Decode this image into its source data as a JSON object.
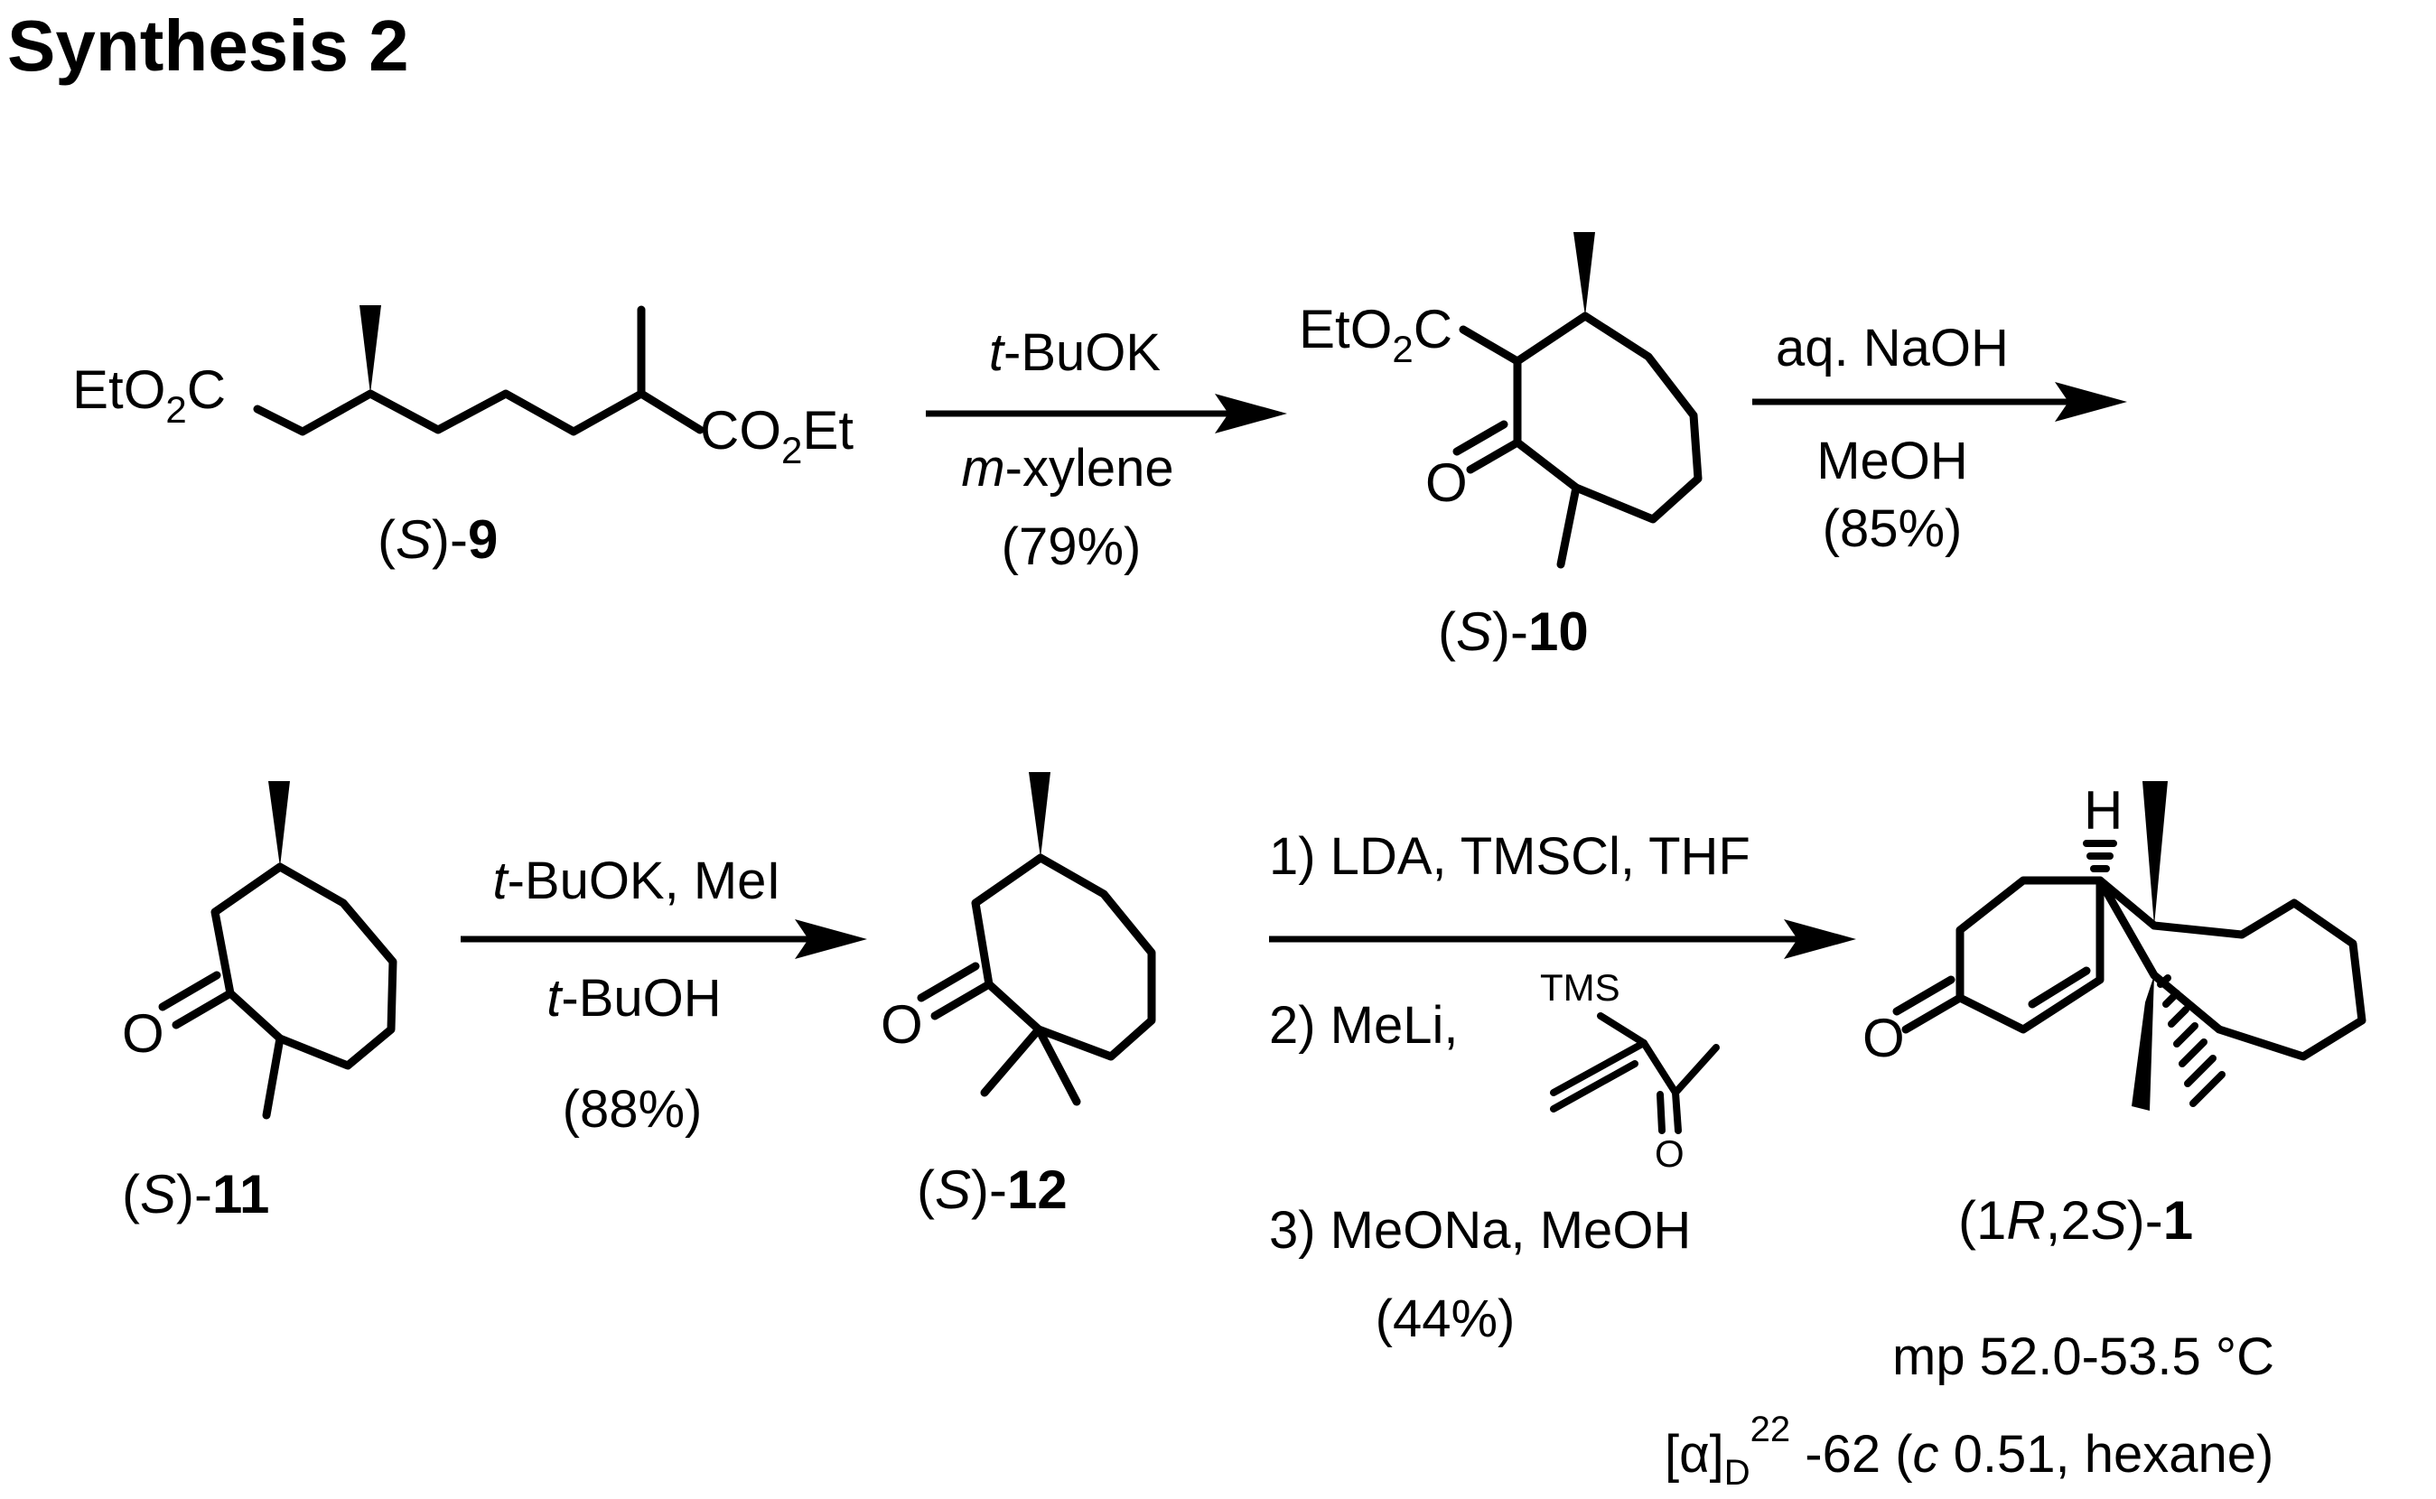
{
  "title": "Synthesis 2",
  "compounds": {
    "c9": {
      "prefix": "(",
      "stereo": "S",
      "mid": ")-",
      "number": "9"
    },
    "c10": {
      "prefix": "(",
      "stereo": "S",
      "mid": ")-",
      "number": "10"
    },
    "c11": {
      "prefix": "(",
      "stereo": "S",
      "mid": ")-",
      "number": "11"
    },
    "c12": {
      "prefix": "(",
      "stereo": "S",
      "mid": ")-",
      "number": "12"
    },
    "c1": {
      "p1": "(1",
      "s1": "R",
      "p2": ",2",
      "s2": "S",
      "mid": ")-",
      "number": "1"
    }
  },
  "groups": {
    "etoc_left": {
      "a": "EtO",
      "sub": "2",
      "b": "C"
    },
    "co2et": {
      "a": "CO",
      "sub": "2",
      "b": "Et"
    },
    "etoc_10": {
      "a": "EtO",
      "sub": "2",
      "b": "C"
    },
    "o_10": "O",
    "o_11": "O",
    "o_12": "O",
    "o_1": "O",
    "h_1": "H",
    "tms": "TMS",
    "o_enone": "O"
  },
  "steps": {
    "step1": {
      "above_italic": "t",
      "above_rest": "-BuOK",
      "below_italic": "m",
      "below_rest": "-xylene",
      "yield": "(79%)"
    },
    "step2": {
      "above": "aq. NaOH",
      "below": "MeOH",
      "yield": "(85%)"
    },
    "step3": {
      "above_italic": "t",
      "above_rest": "-BuOK, MeI",
      "below_italic": "t",
      "below_rest": "-BuOH",
      "yield": "(88%)"
    },
    "step4": {
      "line1": "1) LDA, TMSCl, THF",
      "line2": "2) MeLi,",
      "line3": "3) MeONa, MeOH",
      "yield": "(44%)"
    }
  },
  "properties": {
    "mp": "mp 52.0-53.5  °C",
    "rot_a": "[α]",
    "rot_sub": "D",
    "rot_sup": "22",
    "rot_val": "  -62 (",
    "rot_c": "c",
    "rot_rest": " 0.51, hexane)"
  }
}
